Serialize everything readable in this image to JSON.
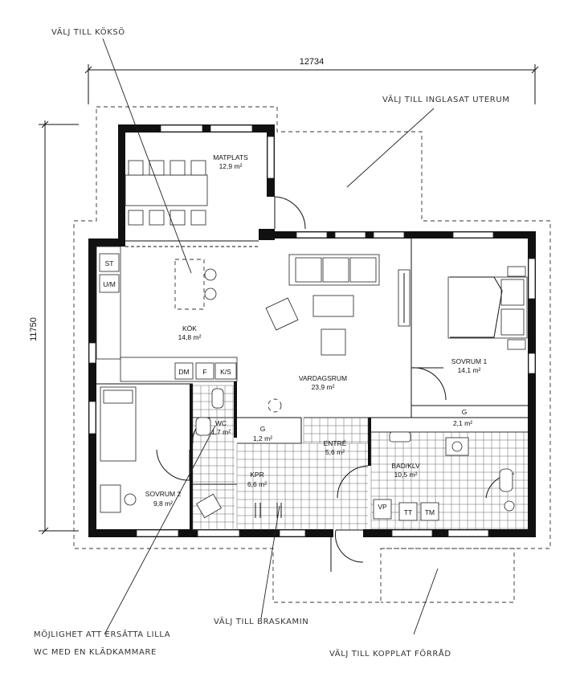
{
  "annotations": {
    "kitchen_island": "VÄLJ TILL KÖKSÖ",
    "glazed_terrace": "VÄLJ TILL INGLASAT UTERUM",
    "wardrobe_l1": "MÖJLIGHET ATT ERSÄTTA LILLA",
    "wardrobe_l2": "WC MED EN KLÄDKAMMARE",
    "fireplace": "VÄLJ TILL BRASKAMIN",
    "storage": "VÄLJ TILL KOPPLAT FÖRRÅD"
  },
  "dimensions": {
    "width": "12734",
    "height": "11750"
  },
  "rooms": {
    "matplats": {
      "name": "MATPLATS",
      "area": "12,9 m²"
    },
    "kok": {
      "name": "KÖK",
      "area": "14,8 m²"
    },
    "vardagsrum": {
      "name": "VARDAGSRUM",
      "area": "23,9 m²"
    },
    "sovrum1": {
      "name": "SOVRUM 1",
      "area": "14,1 m²"
    },
    "g_master": {
      "name": "G",
      "area": "2,1 m²"
    },
    "wc": {
      "name": "WC",
      "area": "1,7 m²"
    },
    "g_hall": {
      "name": "G",
      "area": "1,2 m²"
    },
    "entre": {
      "name": "ENTRÉ",
      "area": "5,6 m²"
    },
    "badklv": {
      "name": "BAD/KLV",
      "area": "10,5 m²"
    },
    "kpr": {
      "name": "KPR",
      "area": "6,6 m²"
    },
    "sovrum2": {
      "name": "SOVRUM 2",
      "area": "9,8 m²"
    }
  },
  "appliances": {
    "st": "ST",
    "um": "U/M",
    "dm": "DM",
    "f": "F",
    "ks": "K/S",
    "vp": "VP",
    "tt": "TT",
    "tm": "TM"
  }
}
